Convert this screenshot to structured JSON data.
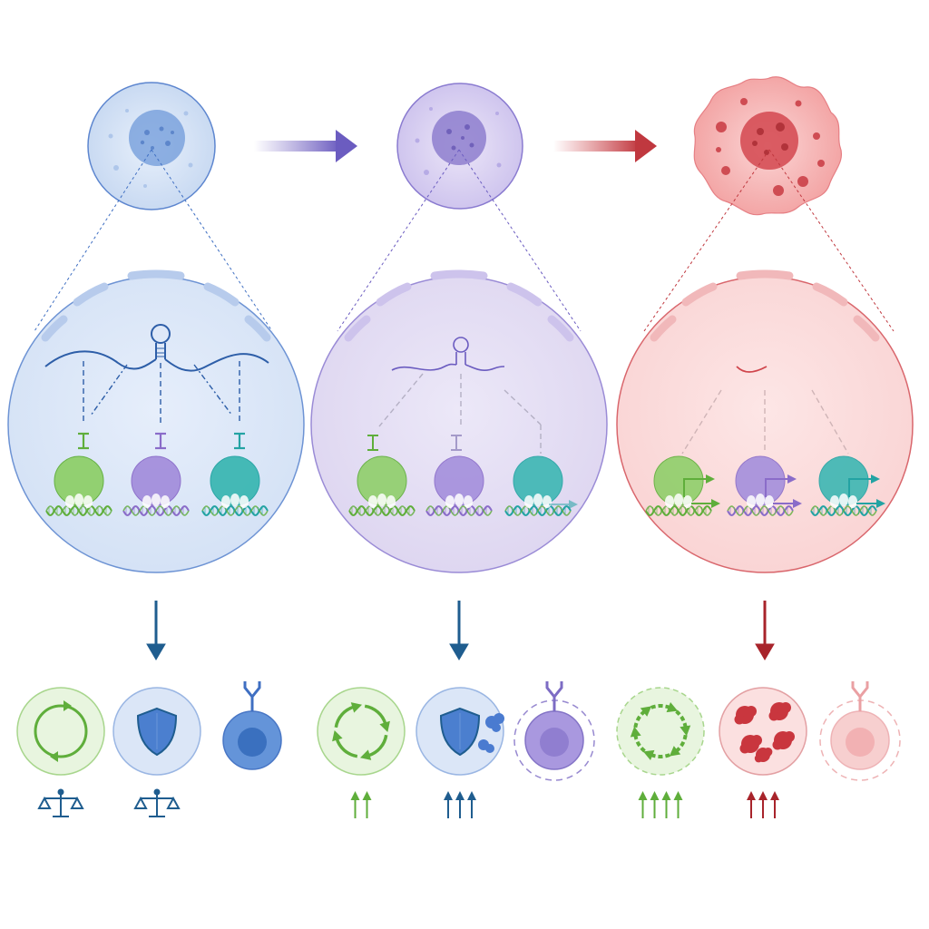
{
  "colors": {
    "normal": "#3f6fc2",
    "normal_fill": "#dbe6f7",
    "intermediate": "#7d6cc4",
    "intermediate_fill": "#e6e0f5",
    "malignant": "#d0454c",
    "malignant_fill": "#fbe0e0",
    "green": "#5fae3b",
    "purple": "#8a6cc9",
    "teal": "#23a3a3",
    "dark_blue": "#1f5d8f",
    "dark_red": "#a8242b"
  },
  "stages": [
    {
      "id": "normal",
      "cell_shape": "round",
      "mirna_level": "full-hairpin",
      "target_states": [
        "repressed",
        "repressed",
        "repressed"
      ],
      "phenotypes": [
        {
          "icon": "cell-cycle-icon",
          "indicator": "balance-scale-icon",
          "up_arrows": 0
        },
        {
          "icon": "shield-icon",
          "indicator": "balance-scale-icon",
          "up_arrows": 0
        },
        {
          "icon": "immune-receptor-cell-icon",
          "indicator": "none",
          "up_arrows": 0
        }
      ]
    },
    {
      "id": "intermediate",
      "cell_shape": "round",
      "mirna_level": "reduced-hairpin",
      "target_states": [
        "repressed",
        "repressed",
        "partial"
      ],
      "phenotypes": [
        {
          "icon": "cell-cycle-icon",
          "indicator": "up-arrows",
          "up_arrows": 2
        },
        {
          "icon": "shield-icon",
          "indicator": "up-arrows",
          "up_arrows": 3
        },
        {
          "icon": "immune-receptor-cell-icon",
          "indicator": "none",
          "up_arrows": 0
        }
      ]
    },
    {
      "id": "malignant",
      "cell_shape": "irregular",
      "mirna_level": "fragment",
      "target_states": [
        "active",
        "active",
        "active"
      ],
      "phenotypes": [
        {
          "icon": "cell-cycle-icon",
          "indicator": "up-arrows",
          "up_arrows": 4
        },
        {
          "icon": "tumor-clusters-icon",
          "indicator": "up-arrows",
          "up_arrows": 3
        },
        {
          "icon": "immune-receptor-cell-icon",
          "indicator": "none",
          "up_arrows": 0
        }
      ]
    }
  ]
}
